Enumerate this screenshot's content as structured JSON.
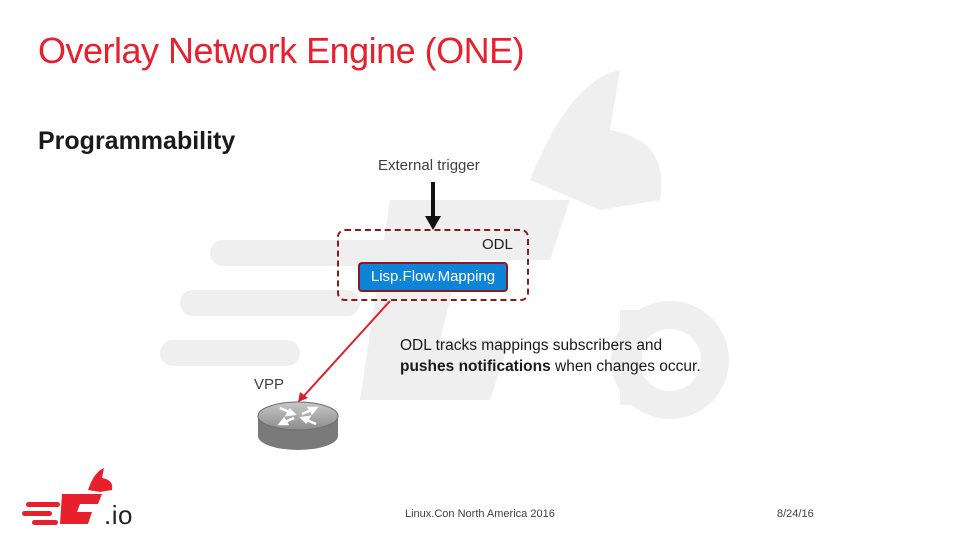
{
  "slide": {
    "title": "Overlay Network Engine (ONE)",
    "subtitle": "Programmability",
    "colors": {
      "title": "#e8202e",
      "lfm_fill": "#0e84d8",
      "box_border": "#8b1a1a",
      "connector": "#d8202e"
    }
  },
  "diagram": {
    "external_trigger": "External trigger",
    "odl_label": "ODL",
    "lfm_label": "Lisp.Flow.Mapping",
    "note_part1": "ODL tracks mappings subscribers and",
    "note_bold": "pushes notifications",
    "note_part2": " when changes occur.",
    "vpp_label": "VPP",
    "icons": [
      "down-arrow-icon",
      "router-icon",
      "fdio-logo-icon"
    ]
  },
  "logo": {
    "suffix": ".io"
  },
  "footer": {
    "event": "Linux.Con North America 2016",
    "date": "8/24/16"
  }
}
